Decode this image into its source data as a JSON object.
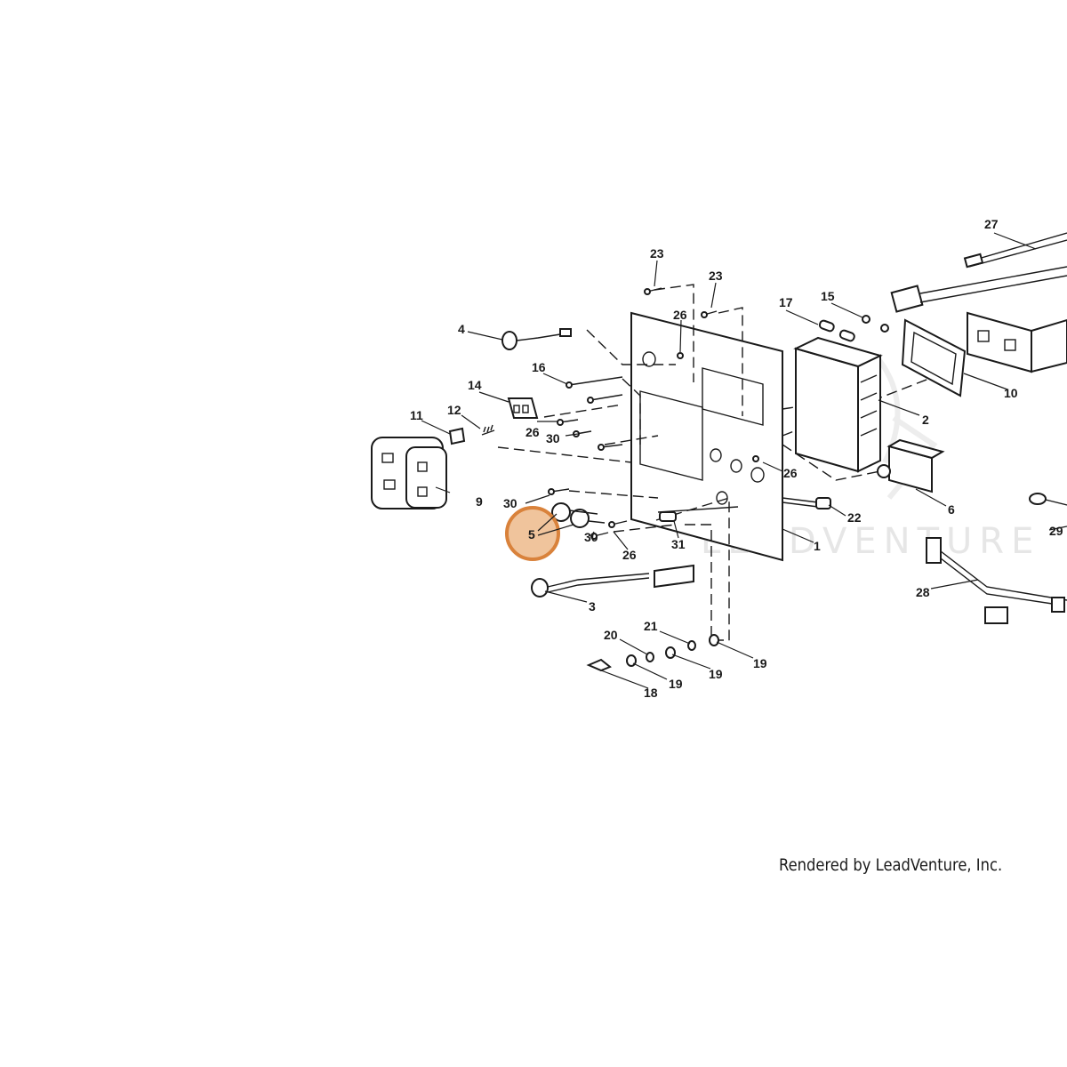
{
  "diagram": {
    "callouts": [
      "1",
      "2",
      "3",
      "4",
      "5",
      "6",
      "9",
      "10",
      "11",
      "12",
      "14",
      "15",
      "16",
      "17",
      "18",
      "19",
      "20",
      "21",
      "22",
      "23",
      "26",
      "27",
      "28",
      "29",
      "30",
      "31"
    ],
    "highlighted_callout": "5",
    "highlight_color": "#f0c49c",
    "highlight_border_color": "#d9823b",
    "watermark": "LEADVENTURE"
  },
  "footer": {
    "credit": "Rendered by LeadVenture, Inc."
  }
}
